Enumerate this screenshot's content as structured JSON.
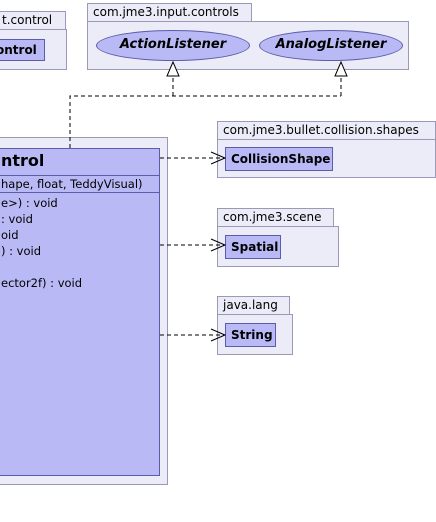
{
  "packages": {
    "control_pkg": {
      "tab": "t.control",
      "class_name": "ontrol"
    },
    "input_controls": {
      "tab": "com.jme3.input.controls",
      "interfaces": [
        "ActionListener",
        "AnalogListener"
      ]
    },
    "collision_shapes": {
      "tab": "com.jme3.bullet.collision.shapes",
      "class_name": "CollisionShape"
    },
    "scene": {
      "tab": "com.jme3.scene",
      "class_name": "Spatial"
    },
    "lang": {
      "tab": "java.lang",
      "class_name": "String"
    },
    "main": {
      "class_name": "ntrol",
      "constructor": "hape, float, TeddyVisual)",
      "methods": [
        "e>) : void",
        ": void",
        "oid",
        ") : void",
        "",
        "ector2f) : void"
      ]
    }
  }
}
